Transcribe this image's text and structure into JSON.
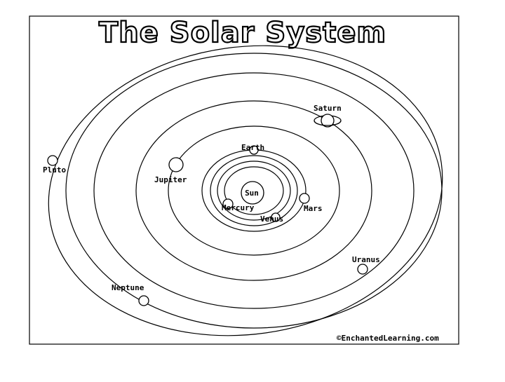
{
  "title": "The Solar System",
  "credit": "©EnchantedLearning.com",
  "center": {
    "label": "Sun"
  },
  "planets": {
    "mercury": {
      "label": "Mercury"
    },
    "venus": {
      "label": "Venus"
    },
    "earth": {
      "label": "Earth"
    },
    "mars": {
      "label": "Mars"
    },
    "jupiter": {
      "label": "Jupiter"
    },
    "saturn": {
      "label": "Saturn"
    },
    "uranus": {
      "label": "Uranus"
    },
    "neptune": {
      "label": "Neptune"
    },
    "pluto": {
      "label": "Pluto"
    }
  },
  "colors": {
    "line": "#000000",
    "background": "#ffffff"
  }
}
